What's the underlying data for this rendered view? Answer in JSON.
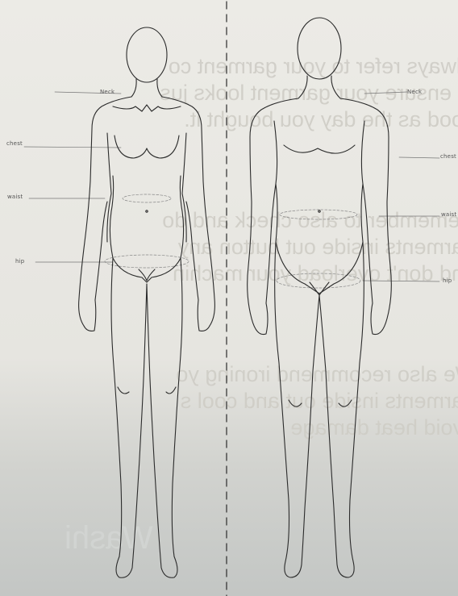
{
  "labels": {
    "neck_left": "Neck",
    "neck_right": "Neck",
    "chest_left": "chest",
    "chest_right": "chest",
    "waist_left": "waist",
    "waist_right": "waist",
    "hip_left": "hip",
    "hip_right": "hip"
  },
  "bleed_through": {
    "line1": "Always refer to your garment co",
    "line2": "to ensure your garment looks jus",
    "line3": "good as the day you bought it.",
    "line4": "Remember to also check and do",
    "line5": "garments inside out button any",
    "line6": "and don't overload your machin",
    "line7": "We also recommend ironing yo",
    "line8": "garments inside out and cool s",
    "line9": "avoid heat damage",
    "wash": "Washi"
  },
  "colors": {
    "paper": "#e7e5df",
    "line": "#2b2b2b",
    "bleed": "#cfcdc6"
  }
}
